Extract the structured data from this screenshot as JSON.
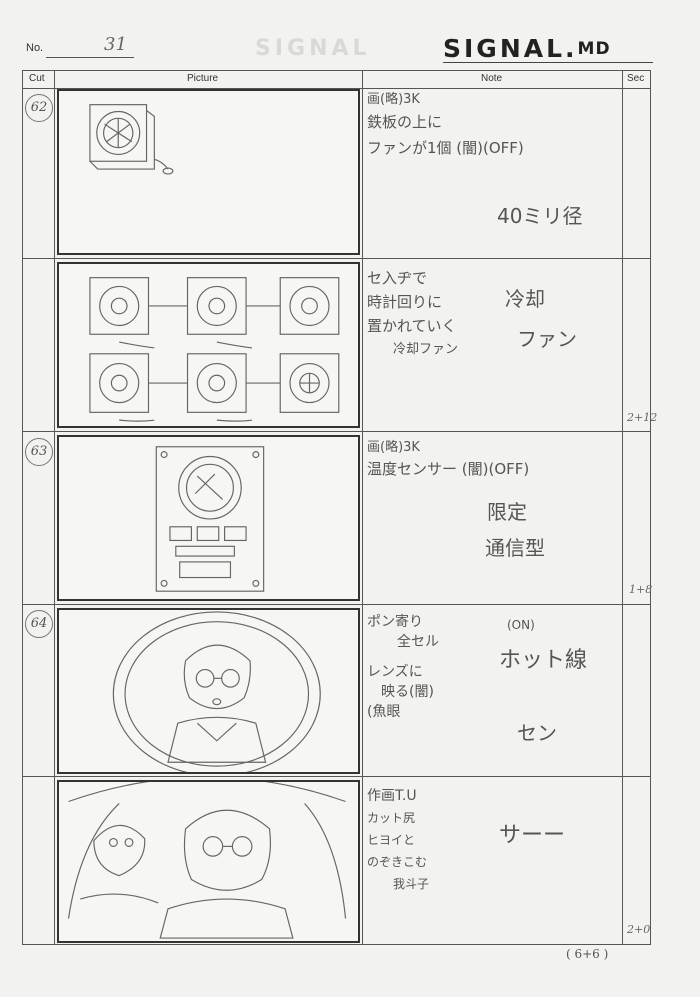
{
  "header": {
    "no_label": "No.",
    "no_value": "31",
    "brand": "SIGNAL.",
    "brand_suffix": "MD"
  },
  "columns": {
    "cut": "Cut",
    "picture": "Picture",
    "note": "Note",
    "sec": "Sec"
  },
  "rows": [
    {
      "cut": "62",
      "note_lines": [
        "画(略)3K",
        "鉄板の上に",
        "ファンが1個 (闇)(OFF)"
      ],
      "note_big": [
        "40ミリ径"
      ],
      "sec": ""
    },
    {
      "cut": "",
      "note_lines": [
        "セ入ヂで",
        "時計回りに",
        "置かれていく",
        "冷却ファン"
      ],
      "note_big": [
        "冷却",
        "ファン"
      ],
      "sec": "2+12"
    },
    {
      "cut": "63",
      "note_lines": [
        "画(略)3K",
        "温度センサー (闇)(OFF)"
      ],
      "note_big": [
        "限定",
        "通信型"
      ],
      "sec": "1+8"
    },
    {
      "cut": "64",
      "note_lines": [
        "ポン寄り",
        "全セル",
        "レンズに",
        "映る(闇)",
        "(魚眼"
      ],
      "note_big": [
        "(ON)",
        "ホット線",
        "セン"
      ],
      "sec": ""
    },
    {
      "cut": "",
      "note_lines": [
        "作画T.U",
        "カット尻",
        "ヒヨイと",
        "のぞきこむ",
        "我斗子"
      ],
      "note_big": [
        "サーー"
      ],
      "sec": "2+0"
    }
  ],
  "footer": "( 6+6 )"
}
